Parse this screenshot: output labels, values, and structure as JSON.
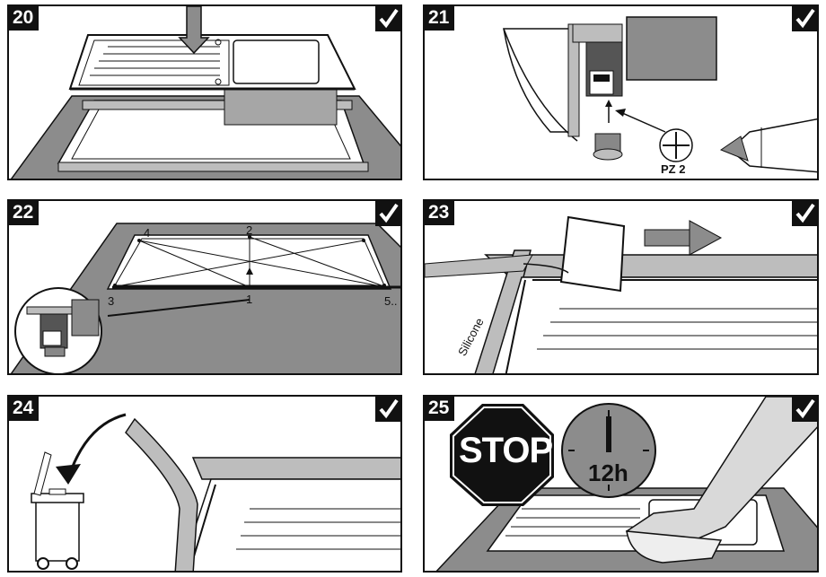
{
  "steps": [
    {
      "number": "20",
      "check": "check-mark-icon"
    },
    {
      "number": "21",
      "check": "check-mark-icon",
      "tool_label": "PZ 2"
    },
    {
      "number": "22",
      "check": "check-mark-icon",
      "points": [
        "1",
        "2",
        "3",
        "4",
        "5.."
      ]
    },
    {
      "number": "23",
      "check": "check-mark-icon",
      "material_label": "Silicone"
    },
    {
      "number": "24",
      "check": "check-mark-icon"
    },
    {
      "number": "25",
      "check": "check-mark-icon",
      "stop_text": "STOP",
      "wait_time": "12h"
    }
  ],
  "colors": {
    "counter": "#8c8c8c",
    "dark": "#111111",
    "light": "#d9d9d9",
    "mid": "#a6a6a6"
  }
}
